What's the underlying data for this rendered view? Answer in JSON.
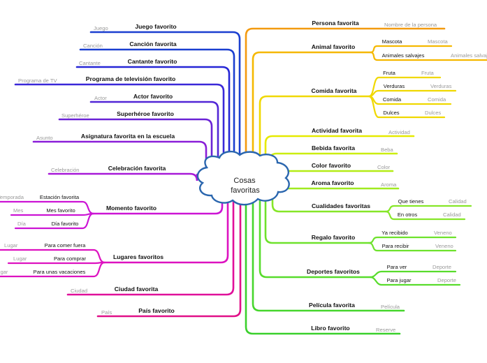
{
  "center": {
    "line1": "Cosas",
    "line2": "favoritas"
  },
  "nodes": {
    "juego": {
      "label": "Juego favorito",
      "ph": "Juego"
    },
    "cancion": {
      "label": "Canción favorita",
      "ph": "Canción"
    },
    "cantante": {
      "label": "Cantante favorito",
      "ph": "Cantante"
    },
    "tv": {
      "label": "Programa de televisión favorito",
      "ph": "Programa de TV"
    },
    "actor": {
      "label": "Actor favorito",
      "ph": "Actor"
    },
    "superheroe": {
      "label": "Superhéroe favorito",
      "ph": "Superhéroe"
    },
    "asignatura": {
      "label": "Asignatura favorita en la escuela",
      "ph": "Asunto"
    },
    "celebracion": {
      "label": "Celebración favorita",
      "ph": "Celebración"
    },
    "momento": {
      "label": "Momento favorito",
      "children": [
        {
          "label": "Estación favorita",
          "ph": "Temporada"
        },
        {
          "label": "Mes favorito",
          "ph": "Mes"
        },
        {
          "label": "Día favorito",
          "ph": "Día"
        }
      ]
    },
    "lugares": {
      "label": "Lugares favoritos",
      "children": [
        {
          "label": "Para comer fuera",
          "ph": "Lugar"
        },
        {
          "label": "Para comprar",
          "ph": "Lugar"
        },
        {
          "label": "Para unas vacaciones",
          "ph": "Lugar"
        }
      ]
    },
    "ciudad": {
      "label": "Ciudad favorita",
      "ph": "Ciudad"
    },
    "pais": {
      "label": "País favorito",
      "ph": "País"
    },
    "persona": {
      "label": "Persona favorita",
      "ph": "Nombre de la persona"
    },
    "animal": {
      "label": "Animal favorito",
      "children": [
        {
          "label": "Mascota",
          "ph": "Mascota"
        },
        {
          "label": "Animales salvajes",
          "ph": "Animales salvajes"
        }
      ]
    },
    "comida": {
      "label": "Comida favorita",
      "children": [
        {
          "label": "Fruta",
          "ph": "Fruta"
        },
        {
          "label": "Verduras",
          "ph": "Verduras"
        },
        {
          "label": "Comida",
          "ph": "Comida"
        },
        {
          "label": "Dulces",
          "ph": "Dulces"
        }
      ]
    },
    "actividad": {
      "label": "Actividad favorita",
      "ph": "Actividad"
    },
    "bebida": {
      "label": "Bebida favorita",
      "ph": "Beba"
    },
    "color": {
      "label": "Color favorito",
      "ph": "Color"
    },
    "aroma": {
      "label": "Aroma favorito",
      "ph": "Aroma"
    },
    "cualidades": {
      "label": "Cualidades favoritas",
      "children": [
        {
          "label": "Que tienes",
          "ph": "Calidad"
        },
        {
          "label": "En otros",
          "ph": "Calidad"
        }
      ]
    },
    "regalo": {
      "label": "Regalo favorito",
      "children": [
        {
          "label": "Ya recibido",
          "ph": "Veneno"
        },
        {
          "label": "Para recibir",
          "ph": "Veneno"
        }
      ]
    },
    "deportes": {
      "label": "Deportes favoritos",
      "children": [
        {
          "label": "Para ver",
          "ph": "Deporte"
        },
        {
          "label": "Para jugar",
          "ph": "Deporte"
        }
      ]
    },
    "pelicula": {
      "label": "Película favorita",
      "ph": "Película"
    },
    "libro": {
      "label": "Libro favorito",
      "ph": "Reserve"
    }
  },
  "colors": {
    "juego": "#1b3fd0",
    "cancion": "#1b3fd0",
    "cantante": "#2626d6",
    "tv": "#3a28d8",
    "actor": "#5226d6",
    "superheroe": "#6a22d6",
    "asignatura": "#8a1ed8",
    "celebracion": "#a81ad8",
    "momento": "#cc14d4",
    "lugares": "#dd12c0",
    "ciudad": "#e0109a",
    "pais": "#e01088",
    "persona": "#f39a0f",
    "animal": "#f5b800",
    "comida": "#f0d800",
    "actividad": "#e6ea00",
    "bebida": "#ccee10",
    "color": "#b4ec16",
    "aroma": "#a0ea20",
    "cualidades": "#86e628",
    "regalo": "#6ee22c",
    "deportes": "#58dc2c",
    "pelicula": "#46d62c",
    "libro": "#3ad02c",
    "cloud_fill": "#ffffff",
    "cloud_stroke": "#2a66ae"
  }
}
